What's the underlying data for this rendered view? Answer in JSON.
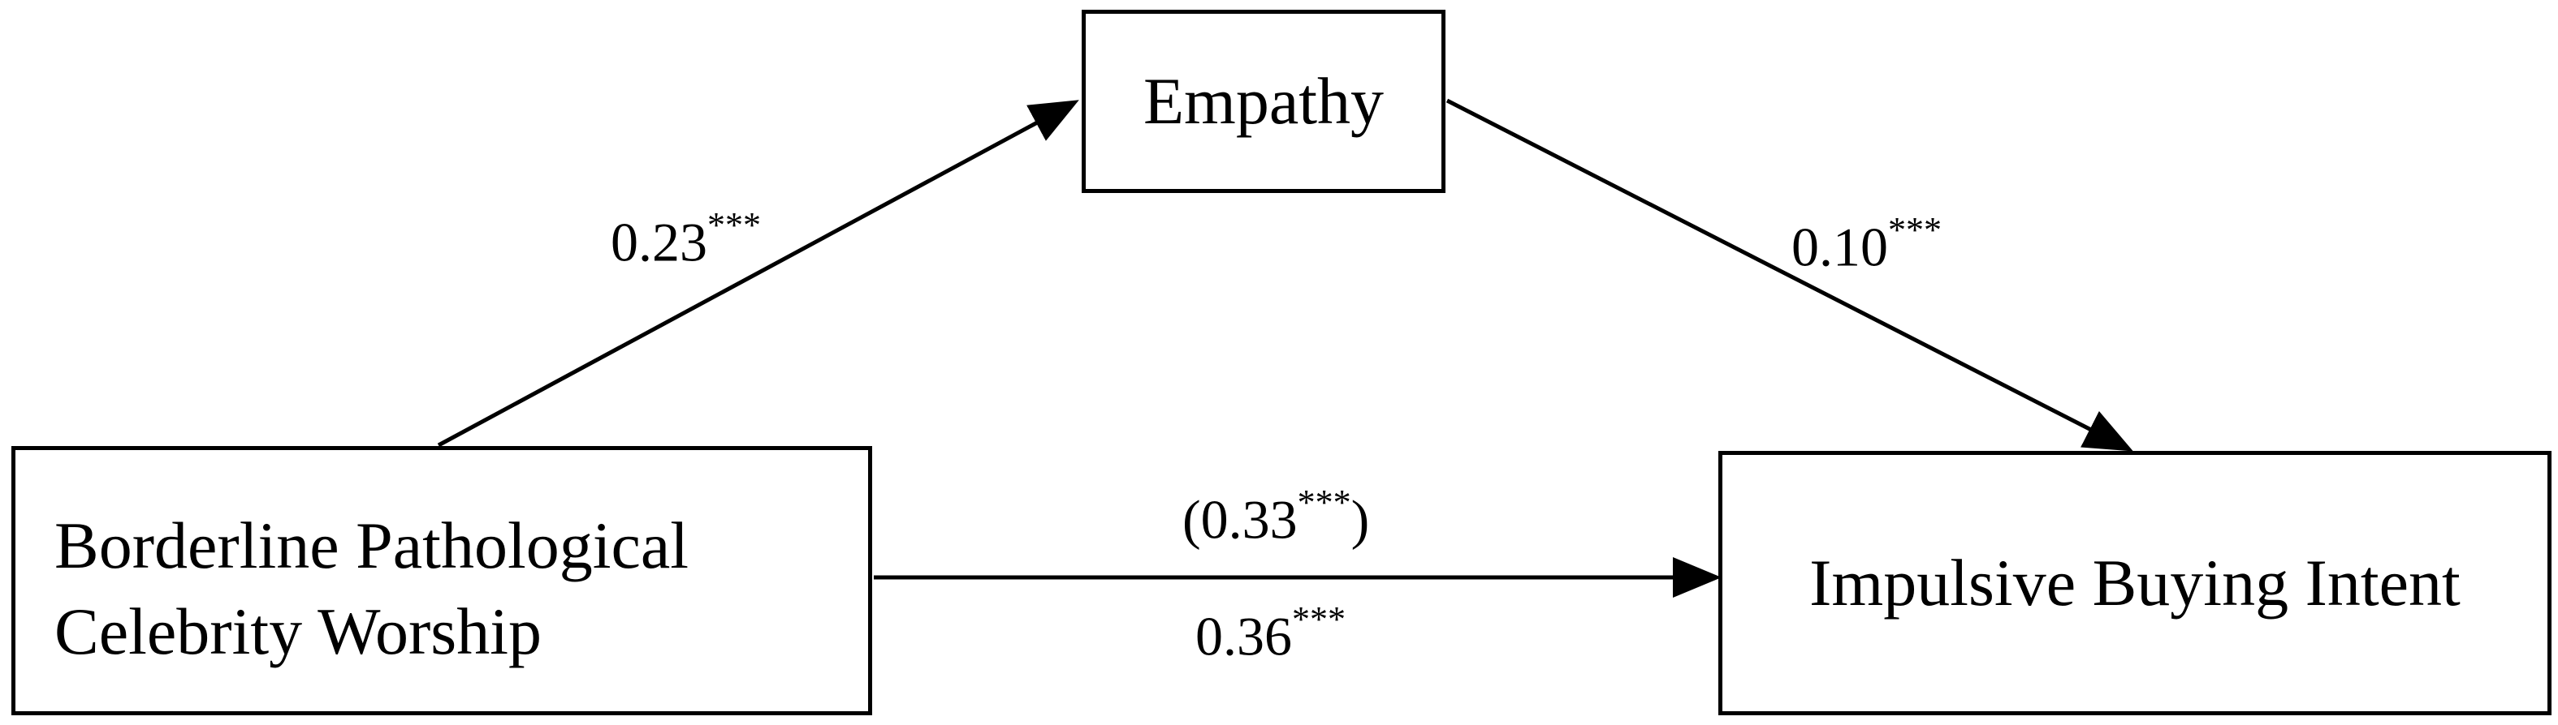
{
  "diagram": {
    "nodes": {
      "mediator": {
        "label": "Empathy"
      },
      "predictor": {
        "line1": "Borderline Pathological",
        "line2": "Celebrity Worship"
      },
      "outcome": {
        "label": "Impulsive Buying Intent"
      }
    },
    "paths": {
      "a": {
        "value": "0.23",
        "sig": "***"
      },
      "b": {
        "value": "0.10",
        "sig": "***"
      },
      "c_prime": {
        "open": "(",
        "value": "0.33",
        "sig": "***",
        "close": ")"
      },
      "c": {
        "value": "0.36",
        "sig": "***"
      }
    },
    "colors": {
      "stroke": "#000000",
      "background": "#ffffff"
    }
  }
}
